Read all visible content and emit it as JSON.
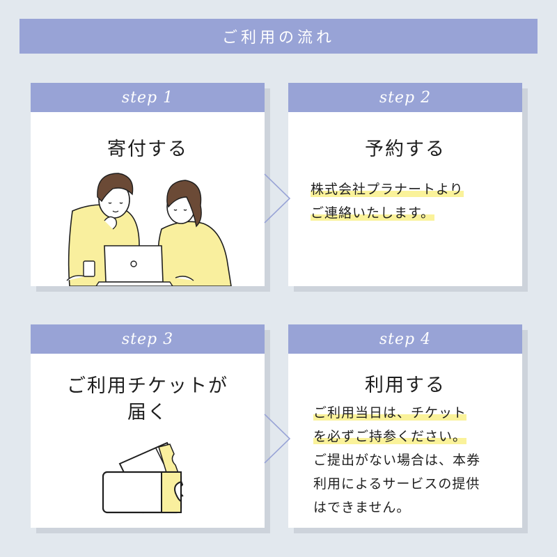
{
  "banner": {
    "title": "ご利用の流れ"
  },
  "steps": [
    {
      "label": "step 1",
      "title": "寄付する"
    },
    {
      "label": "step 2",
      "title": "予約する",
      "body": [
        "株式会社プラナートより",
        "ご連絡いたします。"
      ]
    },
    {
      "label": "step 3",
      "title_lines": [
        "ご利用チケットが",
        "届く"
      ]
    },
    {
      "label": "step 4",
      "title": "利用する",
      "body_highlight": [
        "ご利用当日は、チケット",
        "を必ずご持参ください。"
      ],
      "body": [
        "ご提出がない場合は、本券",
        "利用によるサービスの提供",
        "はできません。"
      ]
    }
  ],
  "colors": {
    "accent": "#98a3d6",
    "highlight": "#faf29a",
    "illustration": "#f9ef9e",
    "background": "#e2e8ee"
  },
  "icons": [
    "people-laptop-illustration",
    "ticket-icon",
    "arrow-right-icon"
  ]
}
